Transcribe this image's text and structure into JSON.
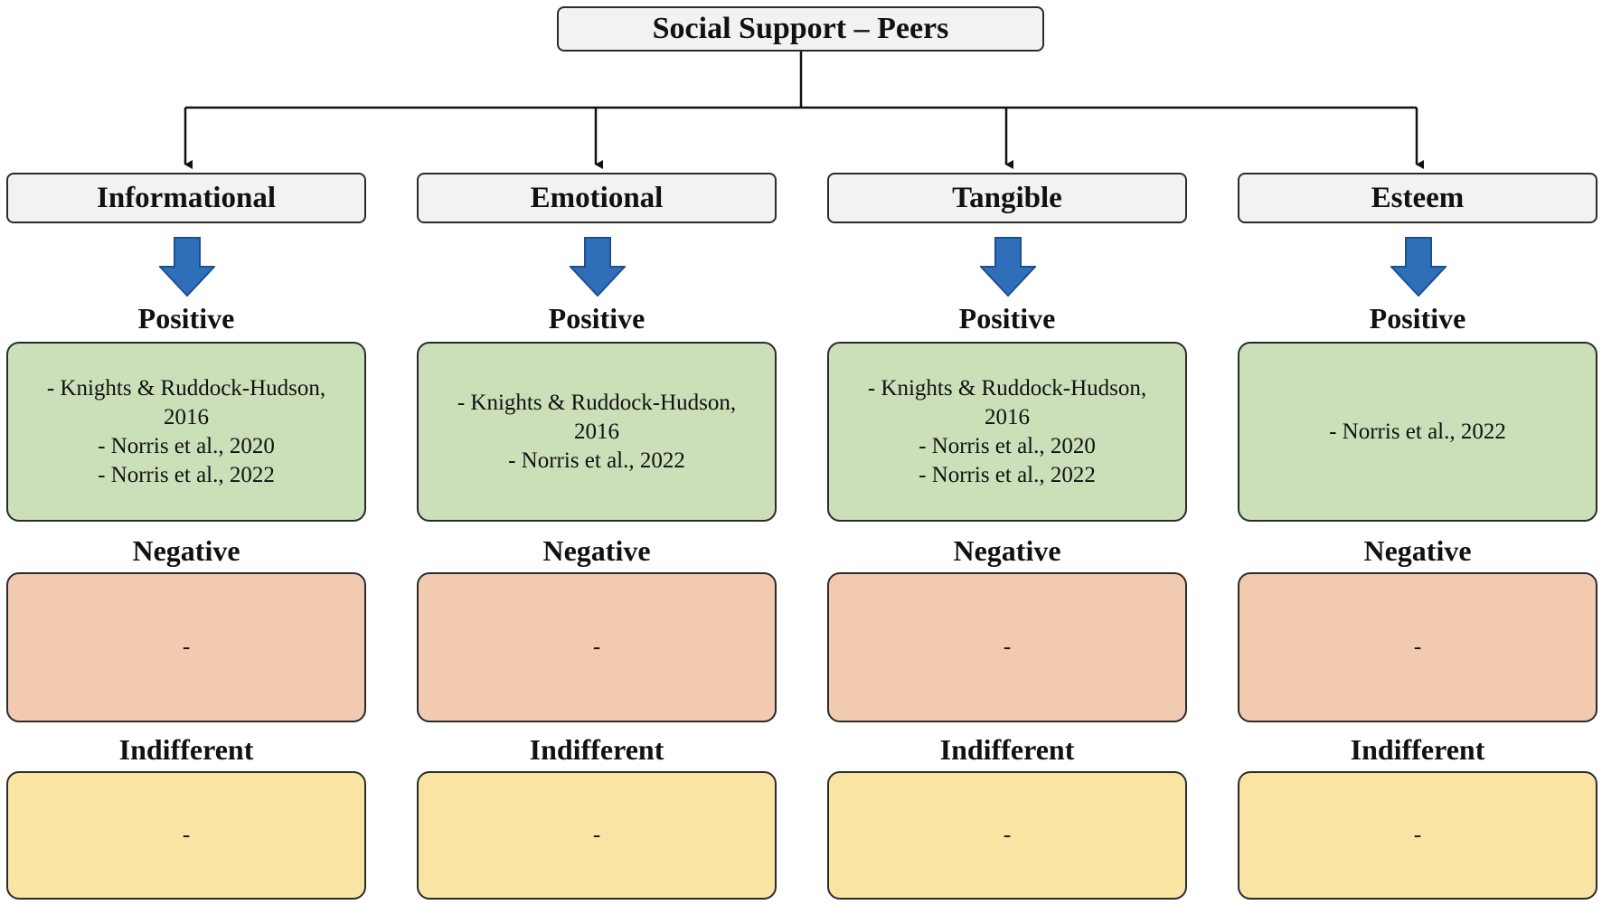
{
  "diagram": {
    "root": "Social Support – Peers",
    "section_labels": {
      "positive": "Positive",
      "negative": "Negative",
      "indifferent": "Indifferent"
    },
    "colors": {
      "positive_fill": "#cbdfb8",
      "negative_fill": "#f1cab0",
      "indifferent_fill": "#fae4a3",
      "header_fill": "#f2f2f2",
      "arrow_fill": "#2f6fba"
    },
    "categories": [
      {
        "name": "Informational",
        "positive": [
          "- Knights & Ruddock-Hudson,",
          "2016",
          "- Norris et al., 2020",
          "- Norris et al., 2022"
        ],
        "negative": "-",
        "indifferent": "-"
      },
      {
        "name": "Emotional",
        "positive": [
          "- Knights & Ruddock-Hudson,",
          "2016",
          "- Norris et al., 2022"
        ],
        "negative": "-",
        "indifferent": "-"
      },
      {
        "name": "Tangible",
        "positive": [
          "- Knights & Ruddock-Hudson,",
          "2016",
          "- Norris et al., 2020",
          "- Norris et al., 2022"
        ],
        "negative": "-",
        "indifferent": "-"
      },
      {
        "name": "Esteem",
        "positive": [
          "- Norris et al., 2022"
        ],
        "negative": "-",
        "indifferent": "-"
      }
    ]
  }
}
